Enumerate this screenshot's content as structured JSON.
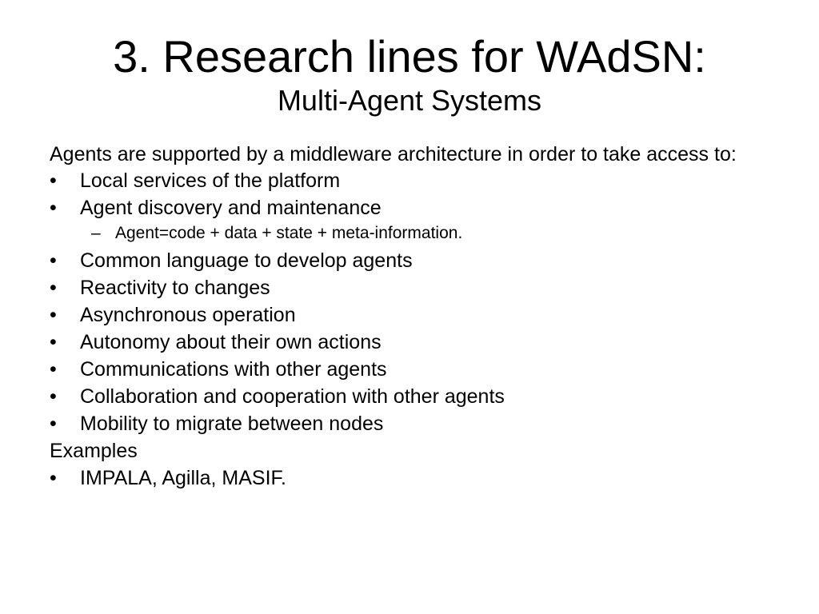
{
  "slide": {
    "title": "3. Research lines for WAdSN:",
    "subtitle": "Multi-Agent Systems",
    "intro": "Agents are supported by a middleware architecture in order to take access to:",
    "bullet_marker": "•",
    "sub_marker": "–",
    "bullets_a": [
      "Local services of the platform",
      "Agent discovery and maintenance"
    ],
    "sub_bullet": "Agent=code + data + state + meta-information.",
    "bullets_b": [
      "Common language to develop agents",
      "Reactivity to changes",
      "Asynchronous operation",
      "Autonomy about their own actions",
      "Communications with other agents",
      "Collaboration and cooperation with other agents",
      "Mobility to migrate between nodes"
    ],
    "examples_label": "Examples",
    "examples": [
      "IMPALA, Agilla, MASIF."
    ]
  }
}
